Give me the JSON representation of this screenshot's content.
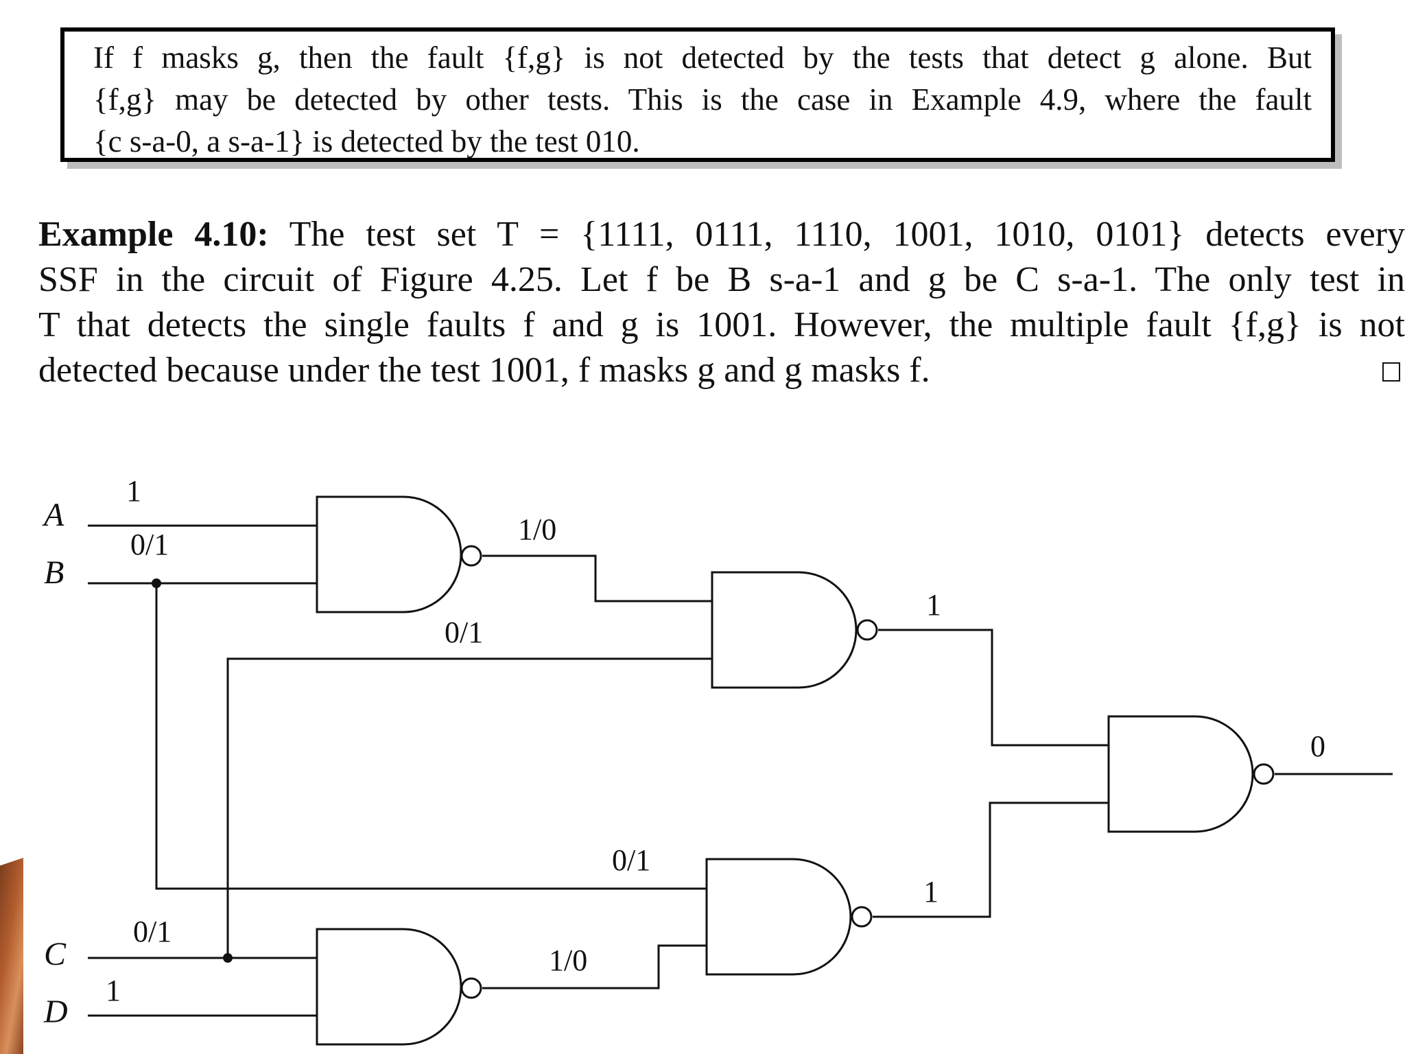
{
  "note": {
    "line1": "If f masks g, then the fault {f,g} is not detected by the tests that detect g alone. But",
    "line2": "{f,g} may be detected by other tests. This is the case in Example 4.9, where the fault",
    "line3": "{c s-a-0, a s-a-1} is detected by the test 010."
  },
  "example": {
    "label": "Example 4.10:",
    "line1_rest": " The test set T = {1111, 0111, 1110, 1001, 1010, 0101} detects every",
    "line2": "SSF in the circuit of Figure 4.25. Let f be B s-a-1 and g be C s-a-1. The only test in",
    "line3": "T that detects the single faults f and g is 1001. However, the multiple fault {f,g} is not",
    "line4": "detected because under the test 1001, f masks g and g masks f."
  },
  "circuit": {
    "inputs": [
      "A",
      "B",
      "C",
      "D"
    ],
    "labels": {
      "a_value": "1",
      "b_value": "0/1",
      "g1_out": "1/0",
      "b_branch": "0/1",
      "g2_out": "1",
      "out": "0",
      "c_value": "0/1",
      "d_value": "1",
      "g3_out": "1/0",
      "b_to_g4": "0/1",
      "g4_out": "1"
    }
  }
}
